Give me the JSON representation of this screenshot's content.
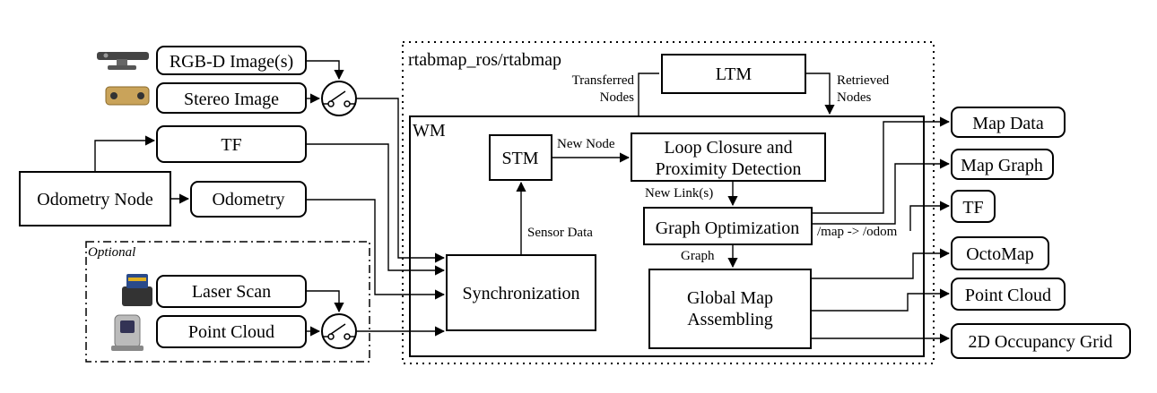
{
  "inputs": {
    "rgbd": "RGB-D Image(s)",
    "stereo": "Stereo Image",
    "tf": "TF",
    "odometry_node": "Odometry Node",
    "odometry": "Odometry",
    "optional": "Optional",
    "laser": "Laser Scan",
    "point_cloud": "Point Cloud"
  },
  "node": {
    "title": "rtabmap_ros/rtabmap",
    "ltm": "LTM",
    "transferred_1": "Transferred",
    "transferred_2": "Nodes",
    "retrieved_1": "Retrieved",
    "retrieved_2": "Nodes",
    "wm": "WM",
    "stm": "STM",
    "new_node": "New Node",
    "loop_1": "Loop Closure and",
    "loop_2": "Proximity Detection",
    "new_links": "New Link(s)",
    "graph_opt": "Graph Optimization",
    "map_odom": "/map -> /odom",
    "graph": "Graph",
    "sensor_data": "Sensor Data",
    "sync": "Synchronization",
    "gma_1": "Global Map",
    "gma_2": "Assembling"
  },
  "outputs": {
    "map_data": "Map Data",
    "map_graph": "Map Graph",
    "tf": "TF",
    "octomap": "OctoMap",
    "point_cloud": "Point Cloud",
    "occupancy": "2D Occupancy Grid"
  }
}
